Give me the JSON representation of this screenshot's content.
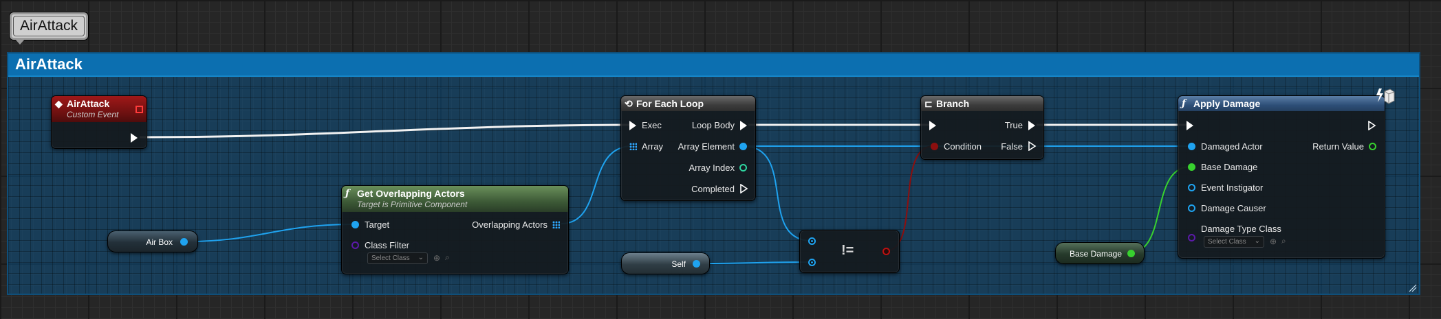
{
  "comment_bubble": {
    "label": "AirAttack"
  },
  "comment": {
    "title": "AirAttack"
  },
  "colors": {
    "exec": "#ffffff",
    "object_pin": "#1fa3f0",
    "integer_pin": "#2fd6a0",
    "float_pin": "#38d12f",
    "bool_pin": "#8c0f0f",
    "class_pin": "#5b1aa8",
    "comment_header": "#0c6fb0"
  },
  "nodes": {
    "air_attack_event": {
      "title": "AirAttack",
      "subtitle": "Custom Event",
      "icon": "event-diamond-icon"
    },
    "get_overlapping": {
      "title": "Get Overlapping Actors",
      "subtitle": "Target is Primitive Component",
      "icon": "function-icon",
      "target_label": "Target",
      "class_filter_label": "Class Filter",
      "class_filter_value": "Select Class",
      "output_label": "Overlapping Actors"
    },
    "for_each": {
      "title": "For Each Loop",
      "icon": "loop-macro-icon",
      "exec_label": "Exec",
      "array_label": "Array",
      "loop_body_label": "Loop Body",
      "array_element_label": "Array Element",
      "array_index_label": "Array Index",
      "completed_label": "Completed"
    },
    "branch": {
      "title": "Branch",
      "icon": "branch-icon",
      "condition_label": "Condition",
      "true_label": "True",
      "false_label": "False"
    },
    "not_equal": {
      "op": "!="
    },
    "apply_damage": {
      "title": "Apply Damage",
      "icon": "function-icon",
      "damaged_actor_label": "Damaged Actor",
      "base_damage_label": "Base Damage",
      "event_instigator_label": "Event Instigator",
      "damage_causer_label": "Damage Causer",
      "damage_type_label": "Damage Type Class",
      "damage_type_value": "Select Class",
      "return_label": "Return Value"
    }
  },
  "variables": {
    "air_box": "Air Box",
    "self": "Self",
    "base_damage": "Base Damage"
  }
}
